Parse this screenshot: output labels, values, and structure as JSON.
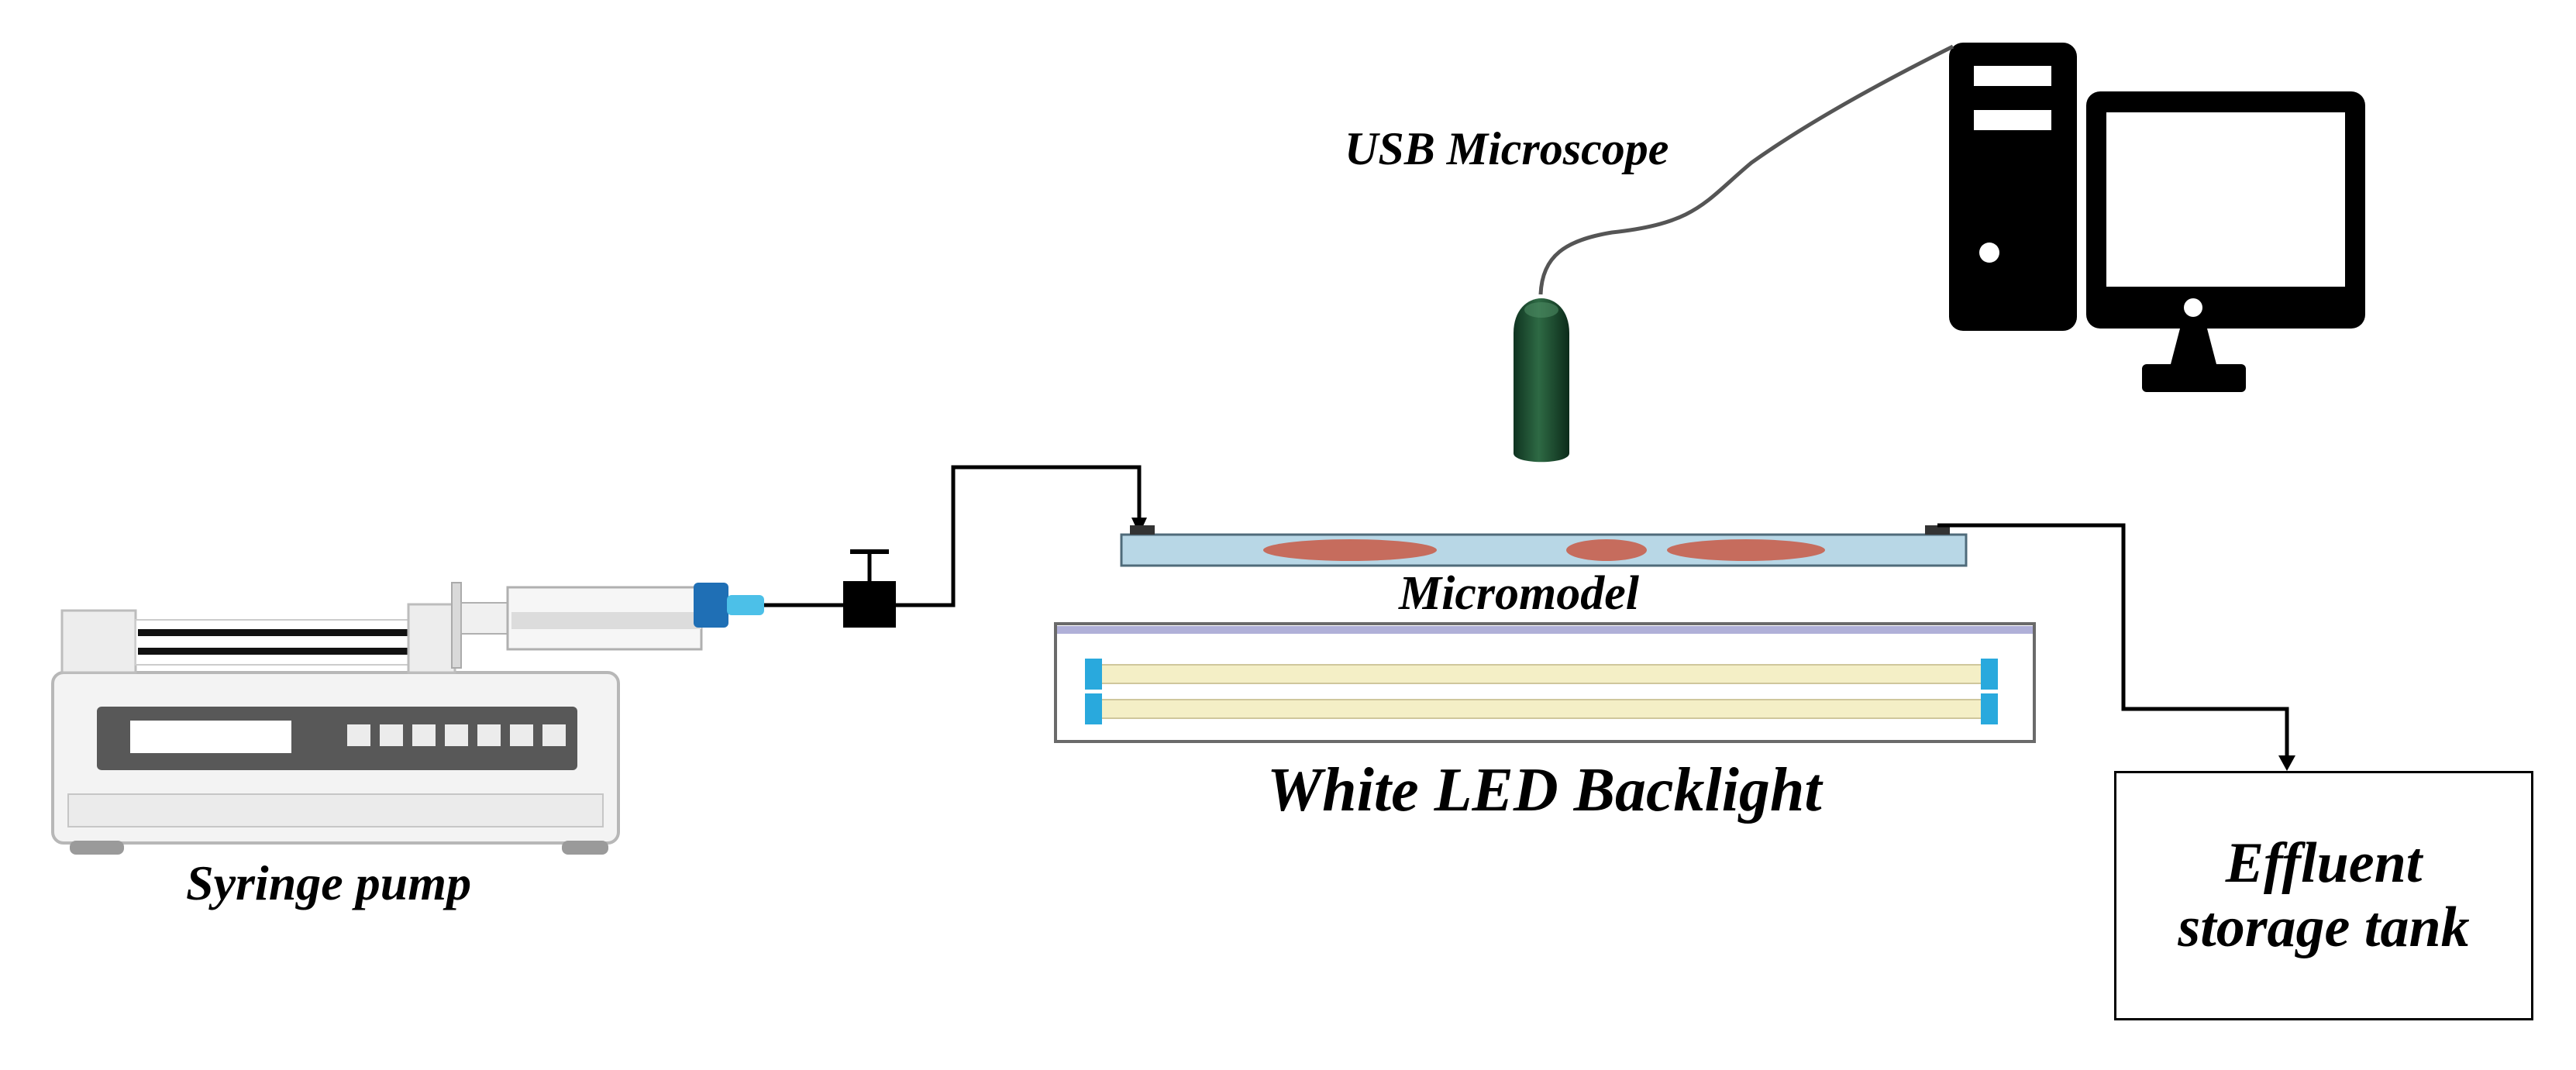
{
  "labels": {
    "usb_microscope": "USB Microscope",
    "micromodel": "Micromodel",
    "backlight": "White LED Backlight",
    "syringe_pump": "Syringe pump",
    "effluent_line1": "Effluent",
    "effluent_line2": "storage tank"
  },
  "colors": {
    "line": "#000000",
    "cable": "#555555",
    "micromodel_fill": "#b8d7e6",
    "oil_blob": "#c8604e",
    "microscope": "#1c4a2c",
    "led_tube": "#f4efc6",
    "led_cap": "#29a9dd",
    "syringe_tip": "#1f6fb5",
    "pump_body": "#f2f2f2",
    "panel": "#555555"
  },
  "icons": {
    "microscope": "usb-microscope-icon",
    "computer": "desktop-computer-icon",
    "pump": "syringe-pump-icon",
    "valve": "valve-icon",
    "backlight": "led-backlight-icon"
  }
}
